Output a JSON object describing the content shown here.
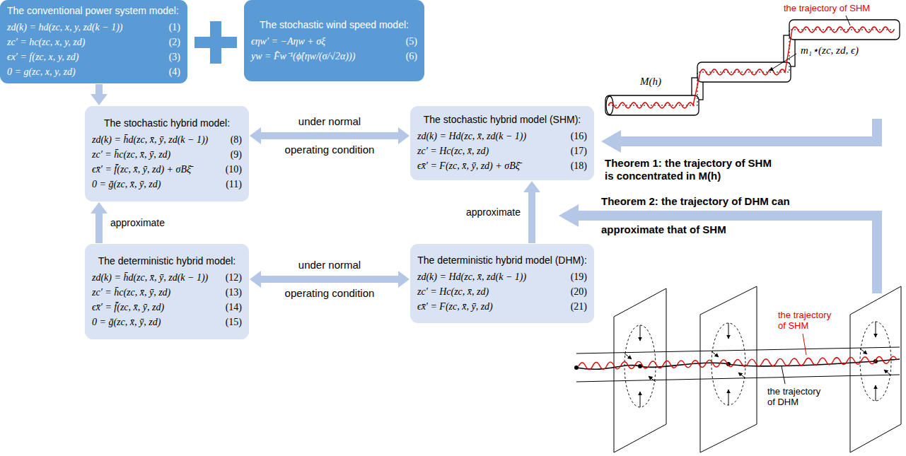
{
  "diagram": {
    "nodes": [
      {
        "text": [
          "The conventional power system model:",
          "zd(k) = hd(zc, x, y, zd(k − 1))",
          "(1)",
          "zc′ = hc(zc, x, y, zd)",
          "(2)",
          "ϵx′ = f(zc, x, y, zd)",
          "(3)",
          "0 = g(zc, x, y, zd)",
          "(4)"
        ]
      },
      {
        "text": [
          "The stochastic wind speed model:",
          "ϵηw′ = −Aηw + σξ",
          "(5)",
          "yw = F̂w⁻¹(ϕ̂(ηw/(σ/√2α)))",
          "(6)"
        ]
      },
      {
        "text": [
          "The stochastic hybrid model:",
          "zd(k) = h̄d(zc, x̄, ȳ, zd(k − 1))",
          "(8)",
          "zc′ = h̄c(zc, x̄, ȳ, zd)",
          "(9)",
          "ϵx̄′ = f̄(zc, x̄, ȳ, zd) + σBξ̄",
          "(10)",
          "0 = ḡ(zc, x̄, ȳ, zd)",
          "(11)"
        ]
      },
      {
        "text": [
          "The stochastic hybrid model (SHM):",
          "zd(k) = Hd(zc, x̄, zd(k − 1))",
          "(16)",
          "zc′ = Hc(zc, x̄, zd)",
          "(17)",
          "ϵx̄′ = F(zc, x̄, ȳ, zd) + σBξ̄",
          "(18)"
        ]
      },
      {
        "text": [
          "The deterministic hybrid model:",
          "zd(k) = h̄d(zc, x̄, ȳ, zd(k − 1))",
          "(12)",
          "zc′ = h̄c(zc, x̄, ȳ, zd)",
          "(13)",
          "ϵx̄′ = f̄(zc, x̄, ȳ, zd)",
          "(14)",
          "0 = ḡ(zc, x̄, ȳ, zd)",
          "(15)"
        ]
      },
      {
        "text": [
          "The deterministic hybrid model (DHM):",
          "zd(k) = Hd(zc, x̄, zd(k − 1))",
          "(19)",
          "zc′ = Hc(zc, x̄, zd)",
          "(20)",
          "ϵx̄′ = F(zc, x̄, ȳ, zd)",
          "(21)"
        ]
      }
    ],
    "edges": [
      {
        "from": 0,
        "to": 2,
        "arrow": "to"
      },
      {
        "from": 2,
        "to": 3,
        "label": "under normal operating condition",
        "arrow": "both"
      },
      {
        "from": 4,
        "to": 2,
        "label": "approximate",
        "arrow": "to"
      },
      {
        "from": 4,
        "to": 5,
        "label": "under normal operating condition",
        "arrow": "both"
      },
      {
        "from": 5,
        "to": 3,
        "label": "approximate",
        "arrow": "to"
      }
    ],
    "labels": [
      "the trajectory of SHM",
      "M(h)",
      "m₁⋆(zc, zd, ϵ)",
      "Theorem 1: the trajectory of SHM is concentrated in M(h)",
      "Theorem 2: the trajectory of DHM can approximate that of SHM",
      "the trajectory of SHM",
      "the trajectory of DHM"
    ]
  }
}
